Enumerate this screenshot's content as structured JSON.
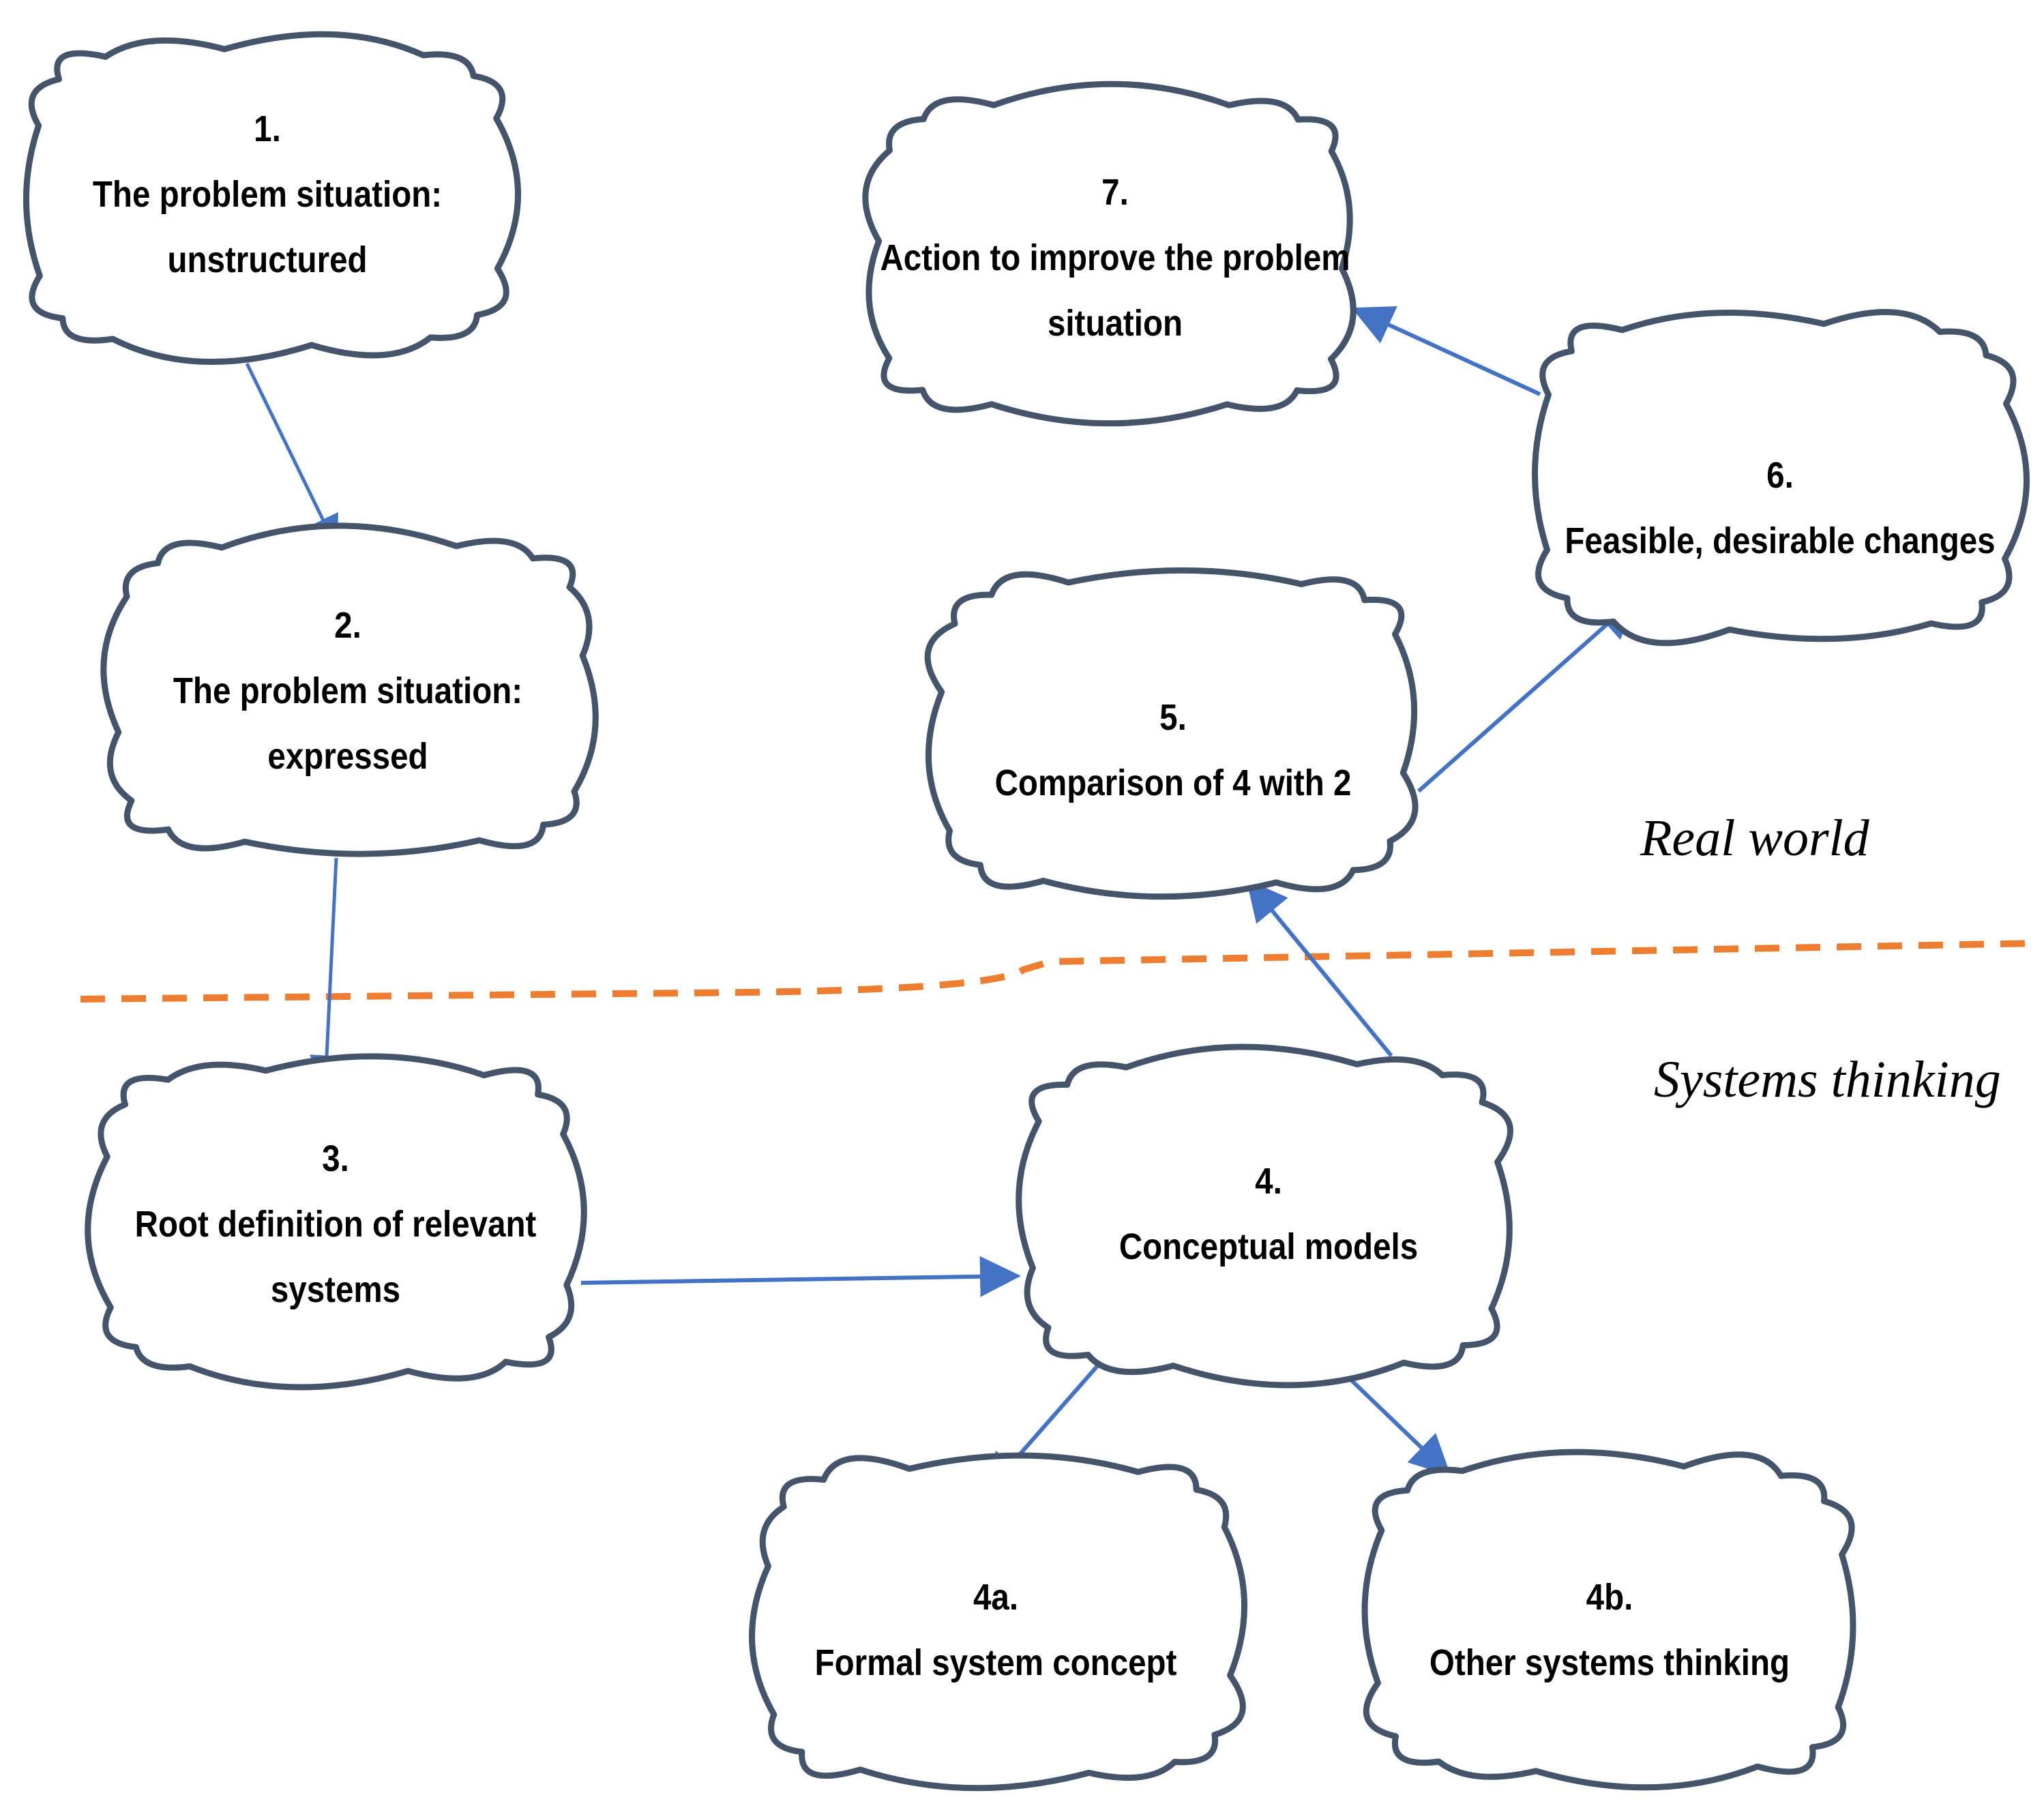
{
  "diagram": {
    "colors": {
      "cloud_stroke": "#44546a",
      "arrow": "#4472c4",
      "boundary": "#ed7d31",
      "text": "#000000"
    },
    "nodes": [
      {
        "id": "n1",
        "number": "1.",
        "line1": "The problem situation:",
        "line2": "unstructured"
      },
      {
        "id": "n2",
        "number": "2.",
        "line1": "The problem situation:",
        "line2": "expressed"
      },
      {
        "id": "n3",
        "number": "3.",
        "line1": "Root definition of relevant",
        "line2": "systems"
      },
      {
        "id": "n4",
        "number": "4.",
        "line1": "Conceptual models",
        "line2": ""
      },
      {
        "id": "n4a",
        "number": "4a.",
        "line1": "Formal system concept",
        "line2": ""
      },
      {
        "id": "n4b",
        "number": "4b.",
        "line1": "Other systems thinking",
        "line2": ""
      },
      {
        "id": "n5",
        "number": "5.",
        "line1": "Comparison of 4 with 2",
        "line2": ""
      },
      {
        "id": "n6",
        "number": "6.",
        "line1": "Feasible, desirable changes",
        "line2": ""
      },
      {
        "id": "n7",
        "number": "7.",
        "line1": "Action to improve the problem",
        "line2": "situation"
      }
    ],
    "edges": [
      {
        "from": "n1",
        "to": "n2"
      },
      {
        "from": "n2",
        "to": "n3"
      },
      {
        "from": "n3",
        "to": "n4"
      },
      {
        "from": "n4",
        "to": "n4a"
      },
      {
        "from": "n4",
        "to": "n4b"
      },
      {
        "from": "n4",
        "to": "n5"
      },
      {
        "from": "n5",
        "to": "n6"
      },
      {
        "from": "n6",
        "to": "n7"
      }
    ],
    "regions": {
      "upper": "Real world",
      "lower": "Systems thinking"
    }
  }
}
